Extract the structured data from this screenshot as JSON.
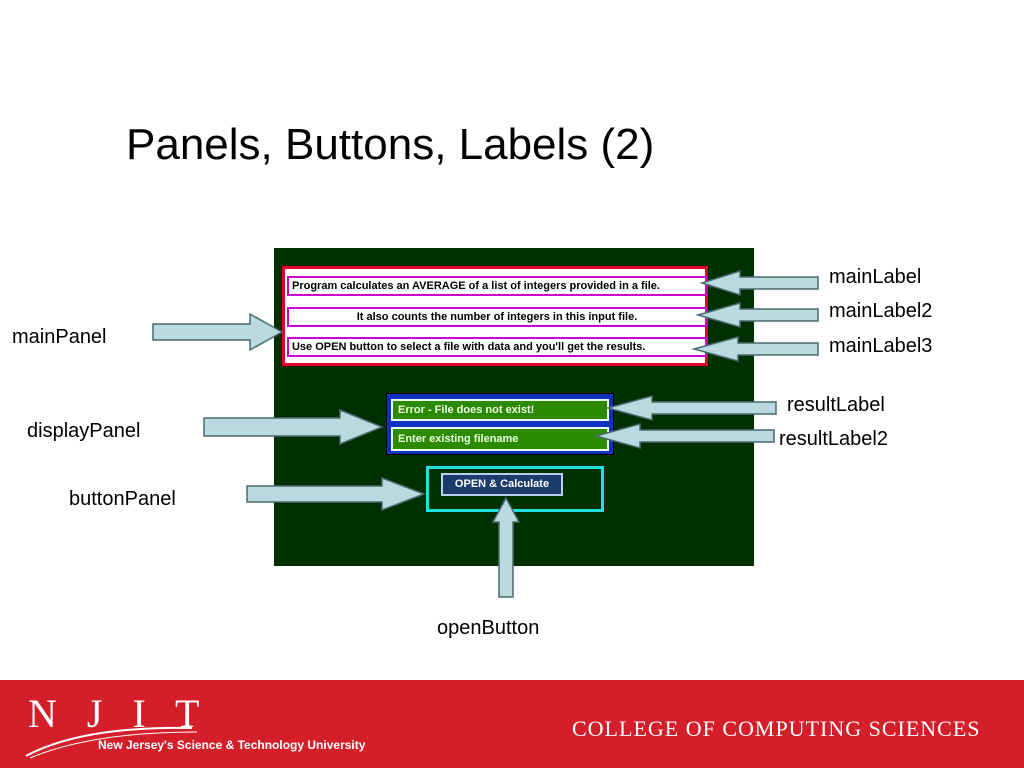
{
  "slide": {
    "title": "Panels, Buttons, Labels (2)"
  },
  "app": {
    "main_labels": [
      "Program calculates an AVERAGE of a list of integers provided in a file.",
      "It also counts the number of integers in this input file.",
      "Use OPEN button to select a file with data and you'll get the results."
    ],
    "result_labels": [
      "Error - File does not exist!",
      "Enter existing filename"
    ],
    "open_button_label": "OPEN & Calculate"
  },
  "annotations": {
    "main_panel": "mainPanel",
    "display_panel": "displayPanel",
    "button_panel": "buttonPanel",
    "main_label": "mainLabel",
    "main_label2": "mainLabel2",
    "main_label3": "mainLabel3",
    "result_label": "resultLabel",
    "result_label2": "resultLabel2",
    "open_button": "openButton"
  },
  "footer": {
    "logo_text": "N J I T",
    "tagline": "New Jersey's Science & Technology University",
    "college": "COLLEGE OF COMPUTING SCIENCES"
  },
  "colors": {
    "app_background": "#003000",
    "main_panel_border": "#e0002a",
    "label_border": "#d000d0",
    "display_panel": "#1030c0",
    "result_label_background": "#2c8a00",
    "button_panel_border": "#20e0e0",
    "arrow_fill": "#b9dbe0",
    "footer_red": "#d41f2b"
  },
  "icons": [
    "arrow-right-icon",
    "arrow-left-icon",
    "arrow-up-icon",
    "njit-swoosh-icon"
  ]
}
